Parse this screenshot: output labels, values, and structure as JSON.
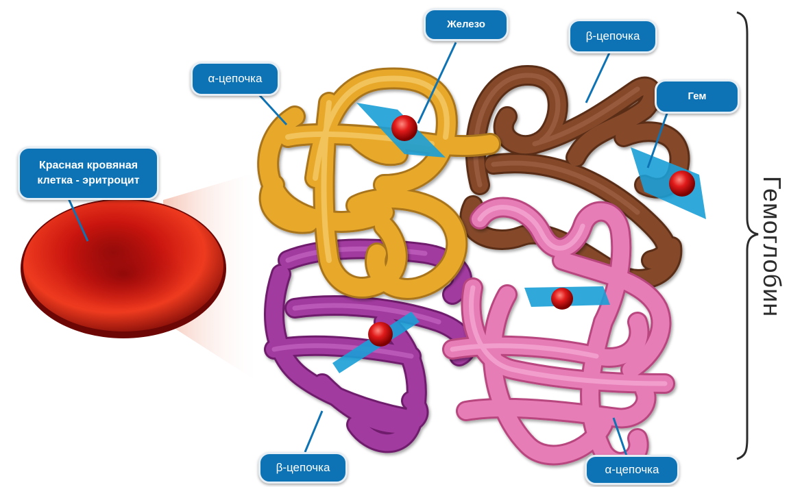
{
  "labels": {
    "rbc": "Красная кровяная клетка - эритроцит",
    "iron": "Железо",
    "alpha_top": "α-цепочка",
    "beta_top": "β-цепочка",
    "heme": "Гем",
    "beta_bottom": "β-цепочка",
    "alpha_bottom": "α-цепочка"
  },
  "bracket_label": "Гемоглобин",
  "colors": {
    "alpha_top_chain": "#e8a92a",
    "beta_top_chain": "#7a4328",
    "beta_bottom_chain": "#a1399e",
    "alpha_bottom_chain": "#e57ab6",
    "heme_plane": "#1b9fd6",
    "iron_atom": "#d91a1a",
    "red_blood_cell": "#c8140e",
    "label_background": "#0d73b4"
  }
}
